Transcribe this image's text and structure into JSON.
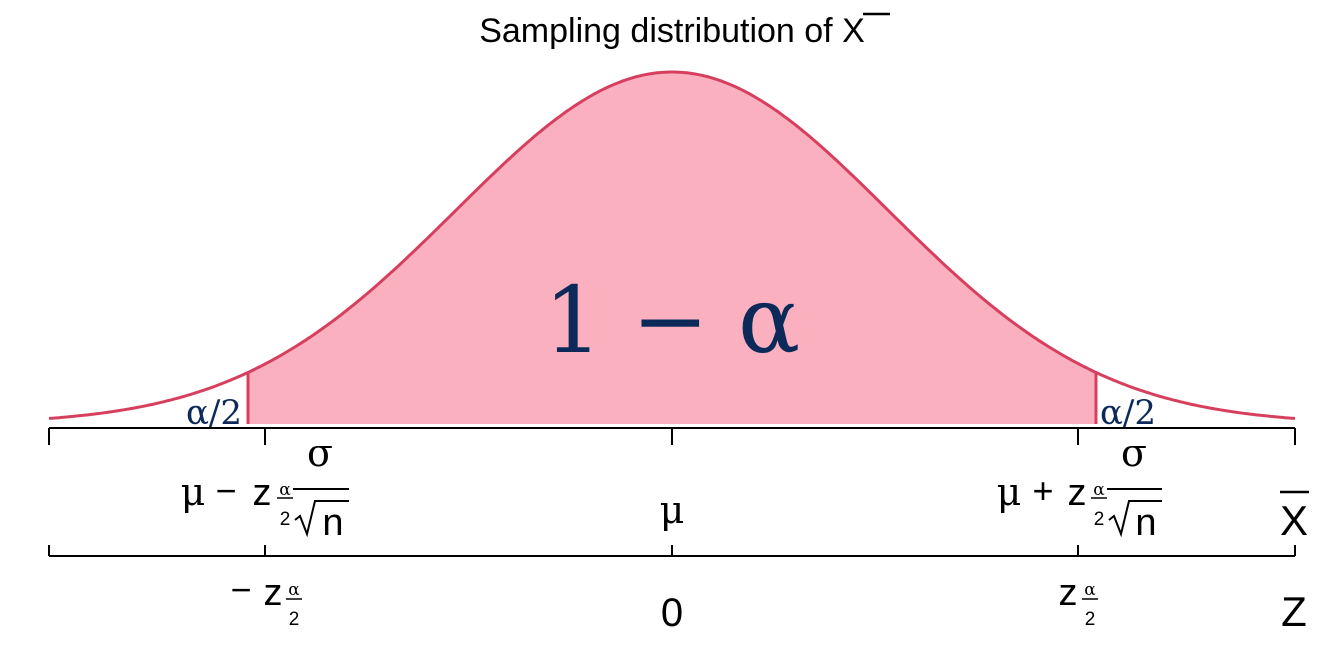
{
  "title": {
    "prefix": "Sampling distribution of ",
    "symbol": "X"
  },
  "center_label": "1 − α",
  "tail_label": "α/2",
  "xbar_axis": {
    "name": "X",
    "center_label": "μ",
    "left_label": {
      "mu": "μ",
      "op": "−",
      "z": "z",
      "frac_num": "α",
      "frac_den": "2",
      "sigma": "σ",
      "n": "n"
    },
    "right_label": {
      "mu": "μ",
      "op": "+",
      "z": "z",
      "frac_num": "α",
      "frac_den": "2",
      "sigma": "σ",
      "n": "n"
    }
  },
  "z_axis": {
    "name": "Z",
    "center_label": "0",
    "left_label": {
      "op": "−",
      "z": "z",
      "frac_num": "α",
      "frac_den": "2"
    },
    "right_label": {
      "z": "z",
      "frac_num": "α",
      "frac_den": "2"
    }
  },
  "colors": {
    "fill": "#fbb0c0",
    "curve": "#d6405e",
    "label_text": "#0b2a5a",
    "axis": "#000000"
  },
  "chart_data": {
    "type": "area",
    "distribution": "normal",
    "xlim": [
      -2.88,
      2.88
    ],
    "shaded_interval": [
      -1.96,
      1.96
    ],
    "ticks_z": [
      -2.88,
      -1.96,
      0,
      1.96,
      2.88
    ]
  }
}
